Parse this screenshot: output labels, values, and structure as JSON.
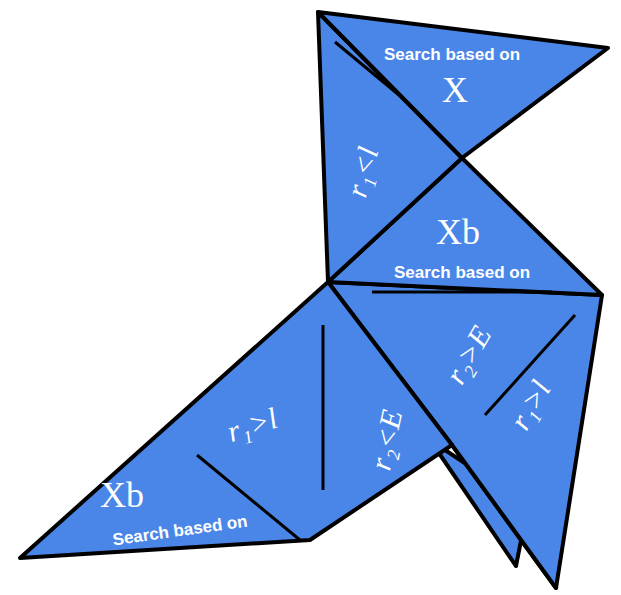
{
  "diagram": {
    "labels": [
      "Search based on",
      "X",
      "r₁<l",
      "Xb",
      "Search based on",
      "r₂>E",
      "r₁>l",
      "r₁>l",
      "r₂<E",
      "Xb",
      "Search based on"
    ]
  }
}
